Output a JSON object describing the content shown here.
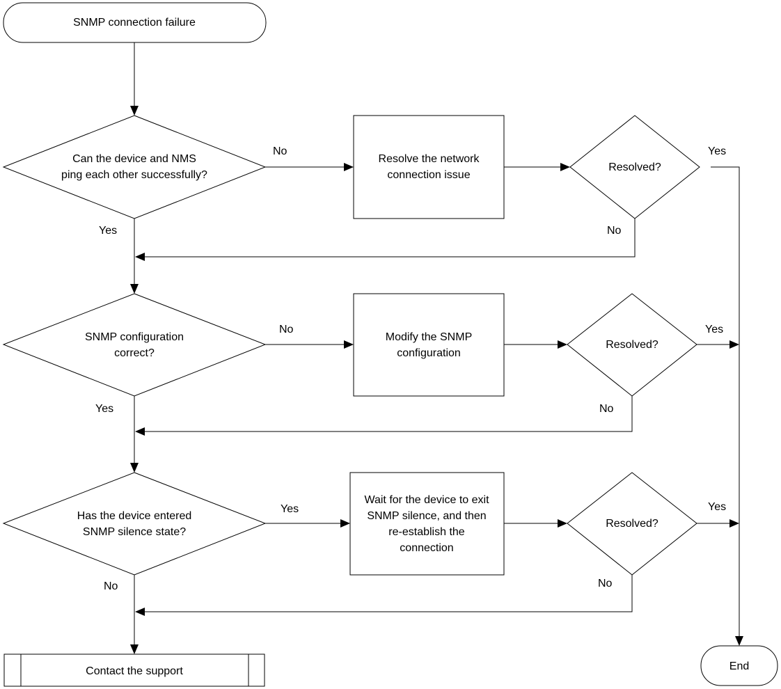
{
  "nodes": {
    "start": "SNMP connection failure",
    "q_ping": [
      "Can the device and NMS",
      "ping each other successfully?"
    ],
    "fix_network": [
      "Resolve the network",
      "connection issue"
    ],
    "resolved_1": "Resolved?",
    "q_snmp_config": [
      "SNMP configuration",
      "correct?"
    ],
    "fix_config": [
      "Modify the SNMP",
      "configuration"
    ],
    "resolved_2": "Resolved?",
    "q_silence": [
      "Has the device entered",
      "SNMP silence state?"
    ],
    "wait_silence": [
      "Wait for the device to exit",
      "SNMP silence, and then",
      "re-establish the",
      "connection"
    ],
    "resolved_3": "Resolved?",
    "contact_support": "Contact the support",
    "end": "End"
  },
  "labels": {
    "ping_no": "No",
    "ping_yes": "Yes",
    "resolved_1_yes": "Yes",
    "resolved_1_no": "No",
    "config_no": "No",
    "config_yes": "Yes",
    "resolved_2_yes": "Yes",
    "resolved_2_no": "No",
    "silence_yes": "Yes",
    "silence_no": "No",
    "resolved_3_yes": "Yes",
    "resolved_3_no": "No"
  }
}
